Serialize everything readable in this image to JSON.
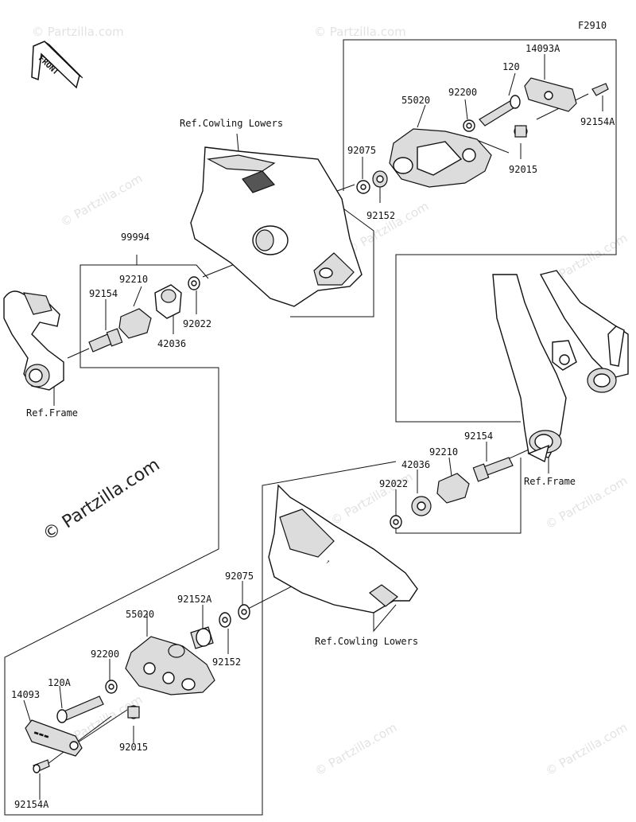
{
  "figure_code": "F2910",
  "front_label": "FRONT",
  "watermark": "© Partzilla.com",
  "labels": {
    "p14093A": "14093A",
    "p120": "120",
    "p55020_top": "55020",
    "p92200_top": "92200",
    "p92154A_top": "92154A",
    "p92015_top": "92015",
    "p92075_top": "92075",
    "p92152_top": "92152",
    "ref_cowling_top": "Ref.Cowling Lowers",
    "p99994": "99994",
    "p92210_left": "92210",
    "p92154_left": "92154",
    "p92022_left": "92022",
    "p42036_left": "42036",
    "ref_frame_left": "Ref.Frame",
    "p92154_right": "92154",
    "p92210_right": "92210",
    "p42036_right": "42036",
    "p92022_right": "92022",
    "ref_frame_right": "Ref.Frame",
    "p92075_bot": "92075",
    "p92152A": "92152A",
    "p55020_bot": "55020",
    "p92152_bot": "92152",
    "p92200_bot": "92200",
    "p120A": "120A",
    "p14093": "14093",
    "p92015_bot": "92015",
    "p92154A_bot": "92154A",
    "ref_cowling_bot": "Ref.Cowling Lowers"
  }
}
